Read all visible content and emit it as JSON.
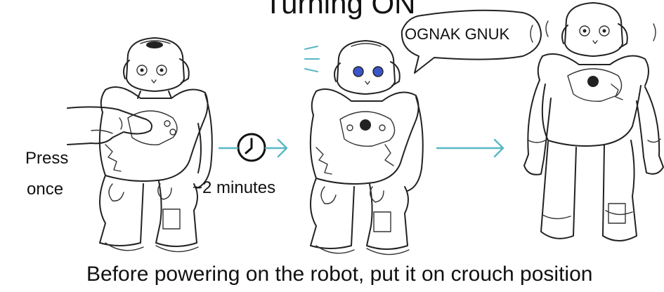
{
  "title": "Turning ON",
  "step1": {
    "line1": "Press",
    "line2": "once"
  },
  "step2": {
    "duration": "~2 minutes"
  },
  "step3": {
    "speech": "OGNAK GNUK"
  },
  "caption": "Before powering on the robot, put it on crouch position",
  "colors": {
    "arrow": "#59b7c4",
    "eye_lit": "#3b55c8",
    "ink": "#222222"
  },
  "icons": [
    "hand-icon",
    "clock-icon",
    "arrow-right-icon",
    "speech-bubble-icon",
    "robot-icon"
  ]
}
